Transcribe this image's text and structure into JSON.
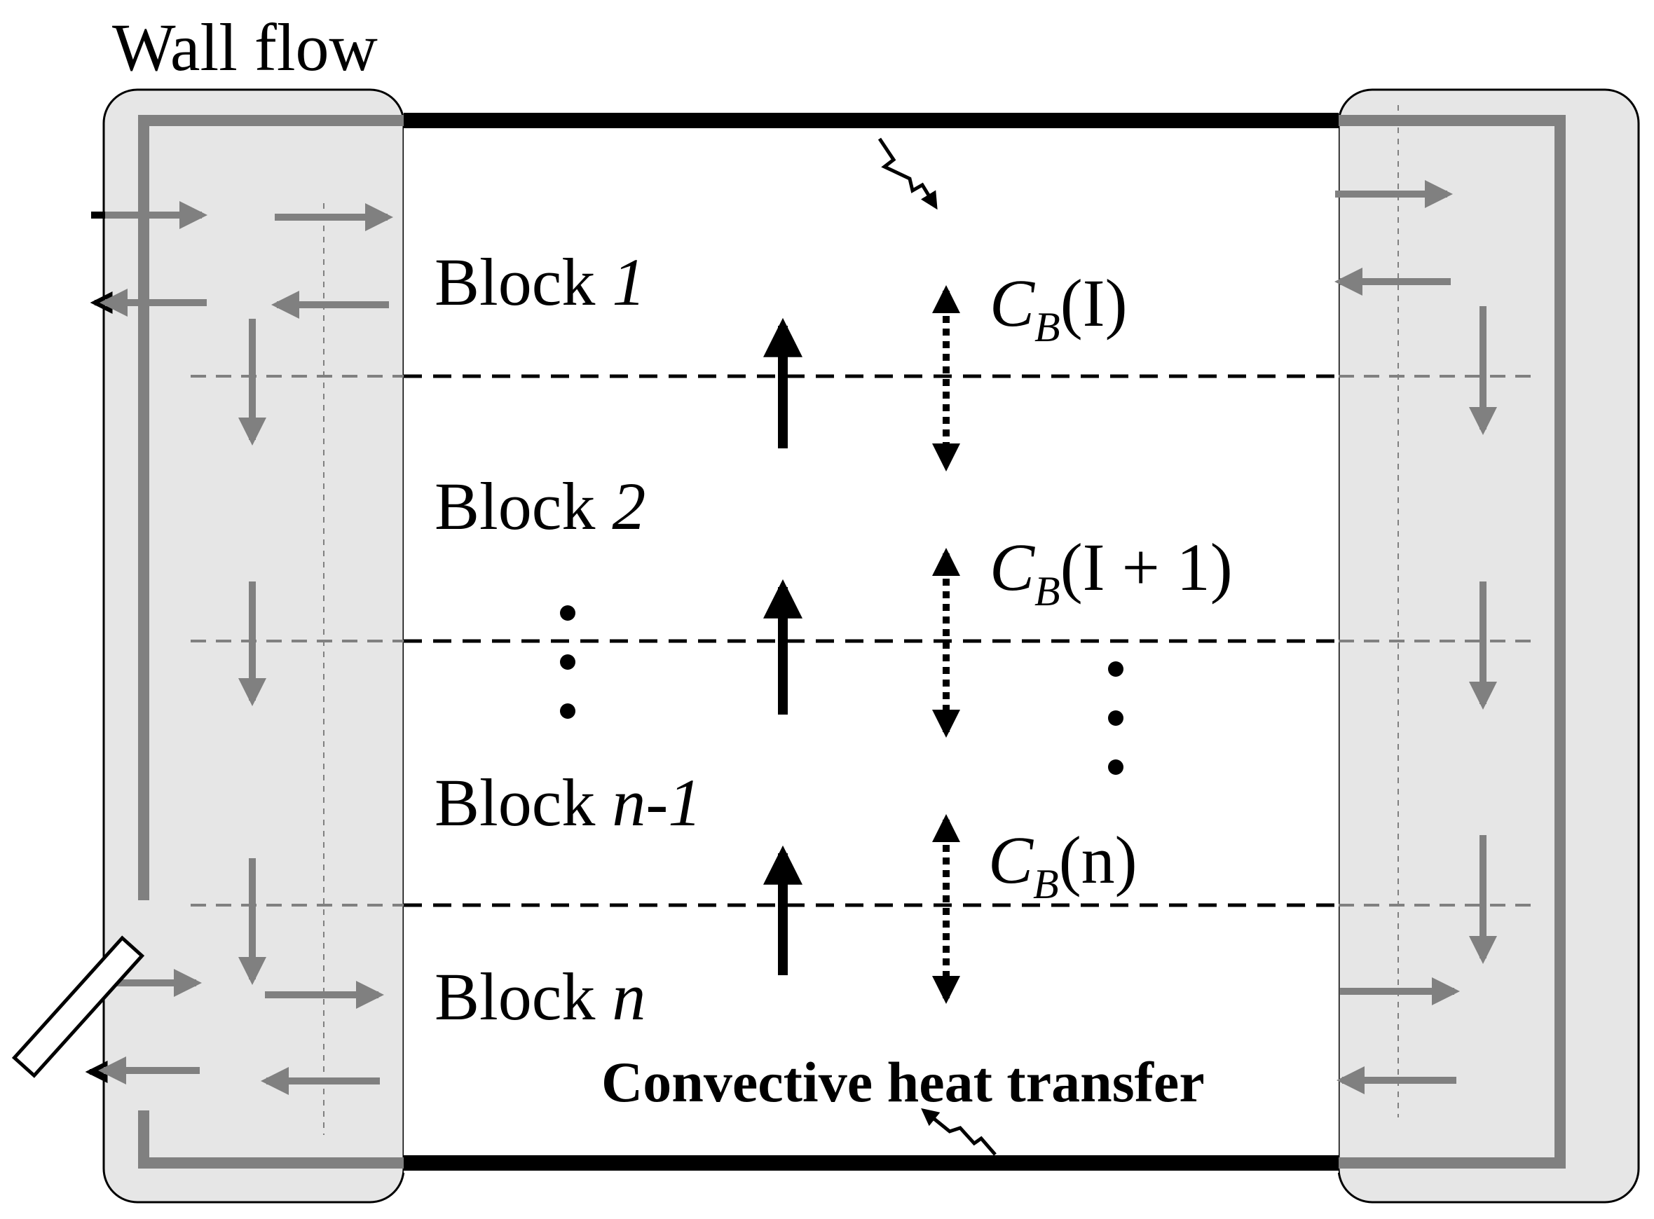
{
  "diagram": {
    "title": "Wall flow",
    "blocks": [
      {
        "prefix": "Block ",
        "index": "1"
      },
      {
        "prefix": "Block ",
        "index": "2"
      },
      {
        "prefix": "Block ",
        "index": "n-1"
      },
      {
        "prefix": "Block ",
        "index": "n"
      }
    ],
    "concentrations": [
      {
        "symbol": "C",
        "subscript": "B",
        "argument": "(I)"
      },
      {
        "symbol": "C",
        "subscript": "B",
        "argument": "(I + 1)"
      },
      {
        "symbol": "C",
        "subscript": "B",
        "argument": "(n)"
      }
    ],
    "heat_transfer_label": "Convective heat transfer",
    "colors": {
      "wall_fill": "#e6e6e6",
      "wall_flow_gray": "#808080",
      "line_black": "#000000"
    }
  }
}
